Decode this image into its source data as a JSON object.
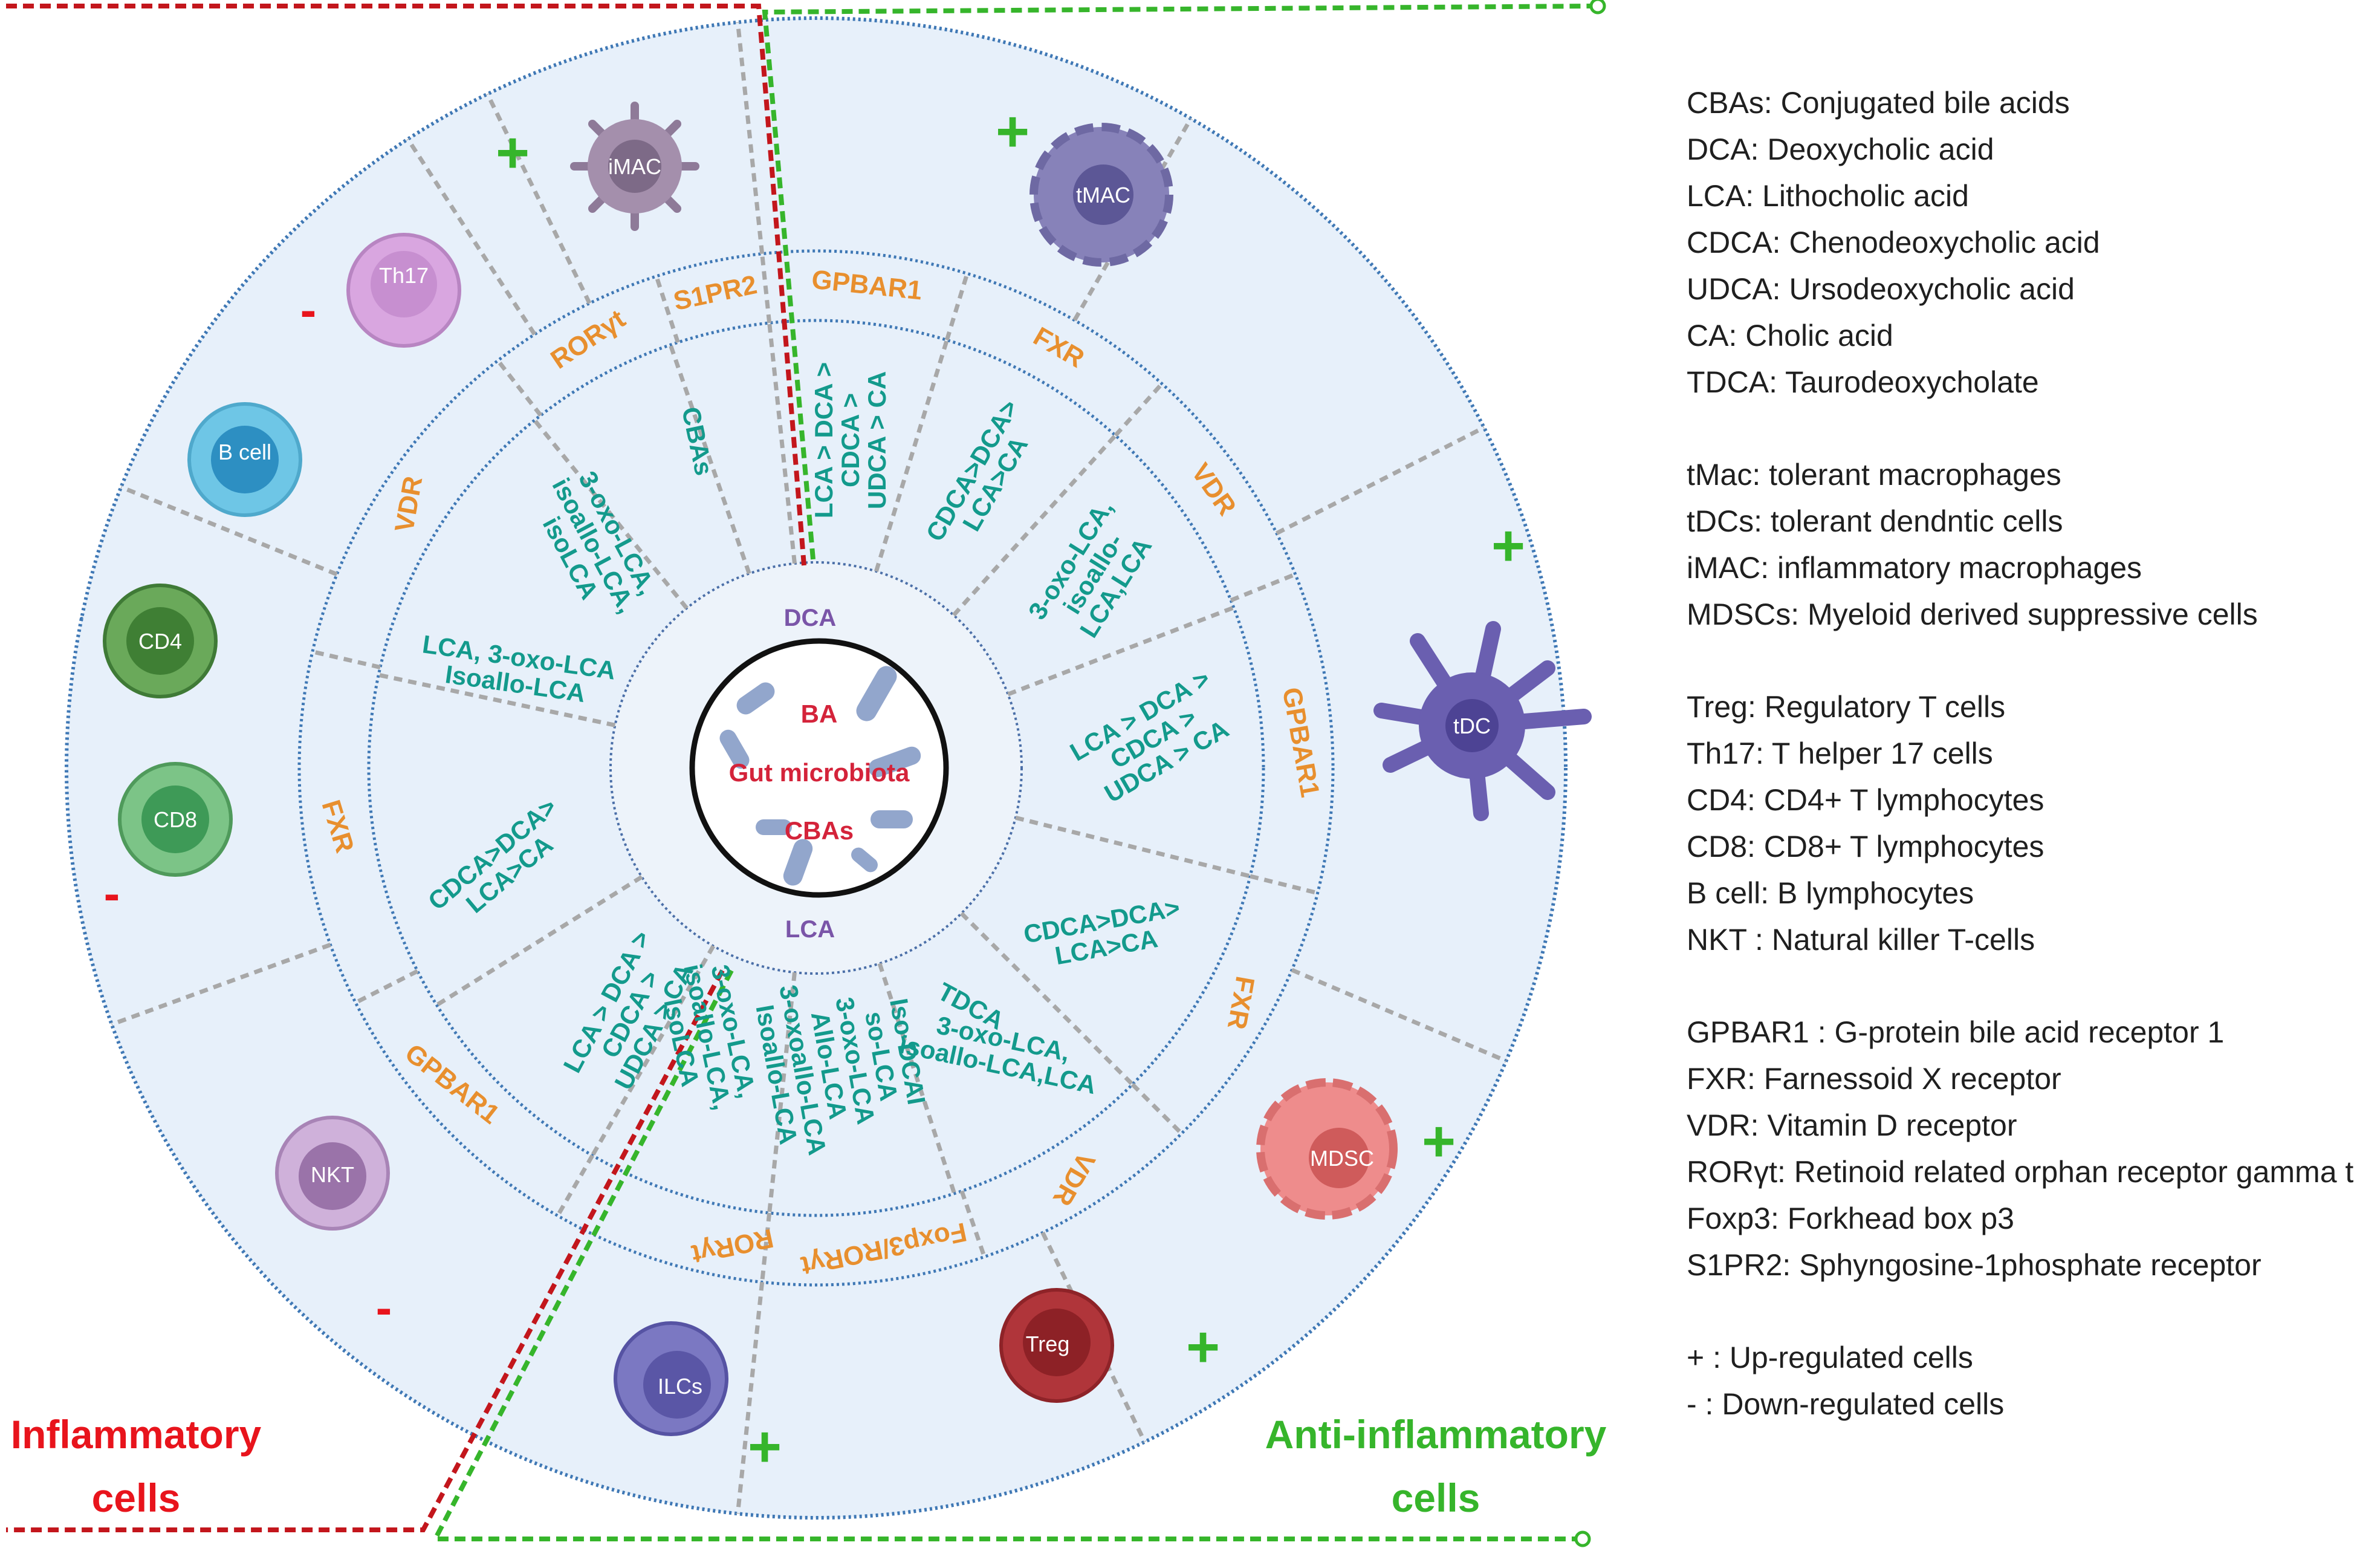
{
  "headings": {
    "inflammatory_line1": "Inflammatory",
    "inflammatory_line2": "cells",
    "anti_line1": "Anti-inflammatory",
    "anti_line2": "cells"
  },
  "center": {
    "ba": "BA",
    "gut_microbiota": "Gut microbiota",
    "cbas": "CBAs",
    "dca": "DCA",
    "lca": "LCA"
  },
  "sectors": [
    {
      "receptor": "S1PR2",
      "bile_acids": [
        "CBAs"
      ]
    },
    {
      "receptor": "GPBAR1",
      "bile_acids": [
        "LCA > DCA >",
        "CDCA >",
        "UDCA > CA"
      ]
    },
    {
      "receptor": "FXR",
      "bile_acids": [
        "CDCA>DCA>",
        "LCA>CA"
      ]
    },
    {
      "receptor": "VDR",
      "bile_acids": [
        "3-oxo-LCA,",
        "isoallo-",
        "LCA,LCA"
      ]
    },
    {
      "receptor": "GPBAR1",
      "bile_acids": [
        "LCA > DCA >",
        "CDCA >",
        "UDCA > CA"
      ]
    },
    {
      "receptor": "FXR",
      "bile_acids": [
        "CDCA>DCA>",
        "LCA>CA"
      ]
    },
    {
      "receptor": "VDR",
      "bile_acids": [
        "3-oxo-LCA,",
        "isoallo-LCA,LCA"
      ]
    },
    {
      "receptor": "Foxp3/RORγt",
      "bile_acids": [
        "TDCA"
      ]
    },
    {
      "receptor": "Foxp3/RORγt",
      "bile_acids": [
        "Iso-DCAI",
        "so-LCA",
        "3-oxo-LCA",
        "Allo-LCA",
        "3-oxoallo-LCA",
        "Isoallo-LCA"
      ]
    },
    {
      "receptor": "RORγt",
      "bile_acids": [
        "3-oxo-LCA,",
        "isoallo-LCA,",
        "IsoLCA"
      ]
    },
    {
      "receptor": "GPBAR1",
      "bile_acids": [
        "LCA > DCA >",
        "CDCA >",
        "UDCA > CA"
      ]
    },
    {
      "receptor": "FXR",
      "bile_acids": [
        "CDCA>DCA>",
        "LCA>CA"
      ]
    },
    {
      "receptor": "VDR",
      "bile_acids": [
        "LCA, 3-oxo-LCA",
        "Isoallo-LCA"
      ]
    },
    {
      "receptor": "RORγt",
      "bile_acids": [
        "3-oxo-LCA,",
        "isoallo-LCA,",
        "isoLCA"
      ]
    }
  ],
  "cells": {
    "imac": {
      "label": "iMAC",
      "sign": "+"
    },
    "tmac": {
      "label": "tMAC",
      "sign": "+"
    },
    "th17": {
      "label": "Th17",
      "sign": "-"
    },
    "bcell": {
      "label": "B cell"
    },
    "cd4": {
      "label": "CD4"
    },
    "cd8": {
      "label": "CD8",
      "sign": "-"
    },
    "tdc": {
      "label": "tDC",
      "sign": "+"
    },
    "mdsc": {
      "label": "MDSC",
      "sign": "+"
    },
    "nkt": {
      "label": "NKT",
      "sign": "-"
    },
    "treg": {
      "label": "Treg",
      "sign": "+"
    },
    "ilcs": {
      "label": "ILCs",
      "sign": "+"
    }
  },
  "legend": [
    [
      "CBAs: Conjugated bile acids",
      "DCA:  Deoxycholic acid",
      "LCA:  Lithocholic acid",
      "CDCA: Chenodeoxycholic acid",
      "UDCA: Ursodeoxycholic acid",
      "CA: Cholic acid",
      "TDCA: Taurodeoxycholate"
    ],
    [
      "tMac: tolerant macrophages",
      "tDCs:  tolerant dendntic cells",
      "iMAC: inflammatory macrophages",
      "MDSCs: Myeloid derived suppressive cells"
    ],
    [
      "Treg: Regulatory T cells",
      "Th17: T helper 17 cells",
      "CD4: CD4+  T lymphocytes",
      "CD8: CD8+  T lymphocytes",
      "B cell: B lymphocytes",
      "NKT : Natural killer T-cells"
    ],
    [
      "GPBAR1 :    G-protein bile acid receptor 1",
      "FXR: Farnessoid X receptor",
      "VDR: Vitamin D receptor",
      "RORγt: Retinoid related orphan receptor gamma t",
      "Foxp3: Forkhead box p3",
      "S1PR2:  Sphyngosine-1phosphate receptor"
    ],
    [
      "+ : Up-regulated cells",
      " - : Down-regulated cells"
    ]
  ],
  "colors": {
    "inflammatory": "#e8141c",
    "anti_inflammatory": "#36b52b",
    "receptor_text": "#e88f2e",
    "bile_acid_text": "#139a8c",
    "ring_fill": "#e7f0fa",
    "ring_stroke": "#3f78b5"
  }
}
